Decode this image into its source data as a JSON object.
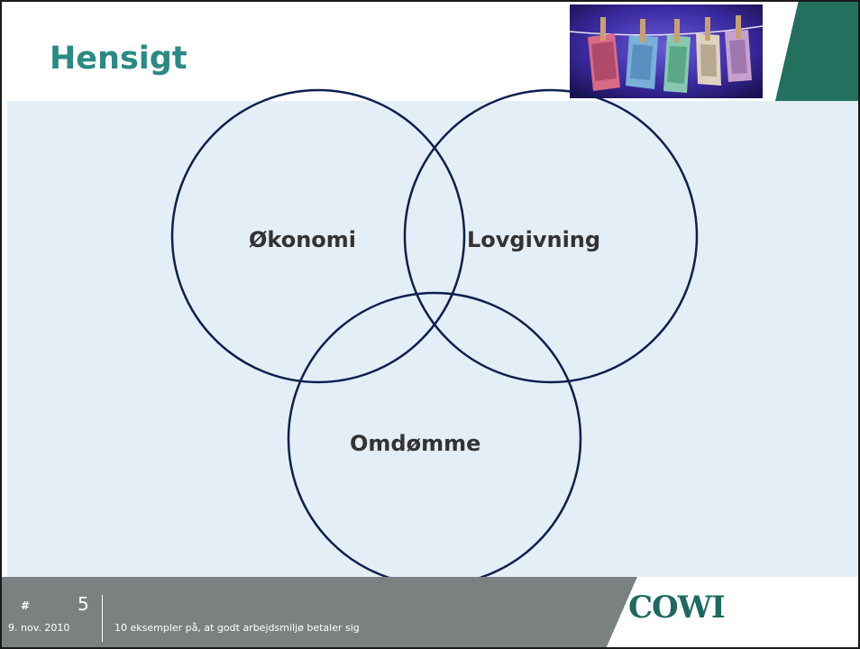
{
  "slide": {
    "title": "Hensigt",
    "accent_color": "#2a8a84",
    "content_background": "#e4eef6"
  },
  "venn": {
    "circles": [
      {
        "label": "Økonomi"
      },
      {
        "label": "Lovgivning"
      },
      {
        "label": "Omdømme"
      }
    ],
    "stroke_color": "#0d1f4f"
  },
  "footer": {
    "hash": "#",
    "page_number": "5",
    "date": "9. nov. 2010",
    "caption": "10 eksempler på, at godt arbejdsmiljø betaler sig",
    "logo_text": "COWI",
    "background_color": "#7b8181"
  },
  "photo": {
    "icon": "money-clothesline-photo"
  }
}
